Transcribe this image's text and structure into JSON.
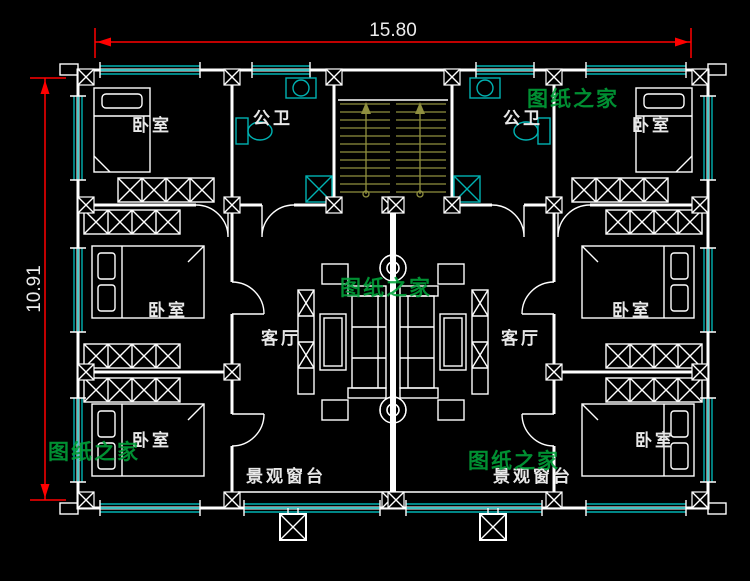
{
  "drawing": {
    "dim_width": "15.80",
    "dim_height": "10.91",
    "rooms": {
      "bedroom": "卧室",
      "bathroom": "公卫",
      "living": "客厅",
      "bay_window": "景观窗台"
    },
    "watermark": "图纸之家",
    "colors": {
      "background": "#000000",
      "wall": "#ffffff",
      "fixture_cyan": "#00b2b2",
      "dimension_red": "#ff0000",
      "stair_olive": "#8f8f3f",
      "watermark_green": "#00a33a"
    }
  }
}
